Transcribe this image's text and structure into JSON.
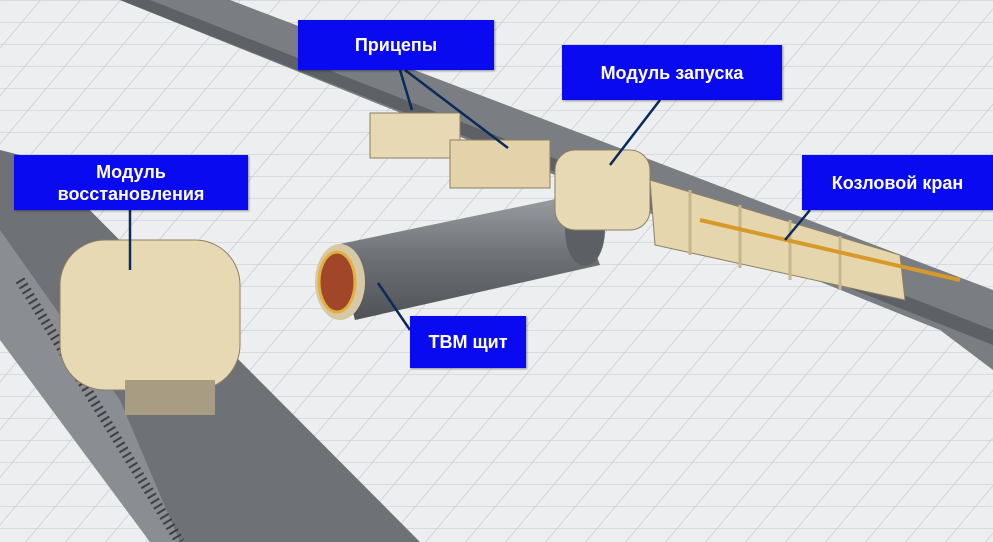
{
  "labels": {
    "trailers": "Прицепы",
    "launch_module": "Модуль запуска",
    "recovery_module_line1": "Модуль",
    "recovery_module_line2": "восстановления",
    "gantry_crane": "Козловой кран",
    "tbm_shield": "ТВМ щит"
  },
  "colors": {
    "label_bg": "#0a0af0",
    "label_text": "#ffffff",
    "floor": "#eceef0",
    "grid": "#c9ced4",
    "concrete": "#7d8186",
    "machine": "#e8d9b5"
  }
}
